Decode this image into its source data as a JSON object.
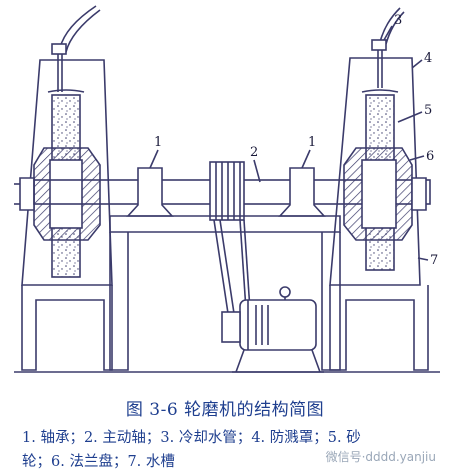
{
  "figure": {
    "caption": "图 3-6    轮磨机的结构简图",
    "legend_line1": "1. 轴承；2. 主动轴；3. 冷却水管；4. 防溅罩；5. 砂",
    "legend_line2": "轮；6. 法兰盘；7. 水槽"
  },
  "callouts": {
    "c1a": "1",
    "c1b": "1",
    "c2": "2",
    "c3": "3",
    "c4": "4",
    "c5": "5",
    "c6": "6",
    "c7": "7"
  },
  "watermark": {
    "account": "微信号·dddd.yanjiu"
  },
  "colors": {
    "line": "#3b3b6b",
    "hatch": "#3b3b6b",
    "caption": "#1f3f8f",
    "watermark": "#9aa7b8"
  }
}
